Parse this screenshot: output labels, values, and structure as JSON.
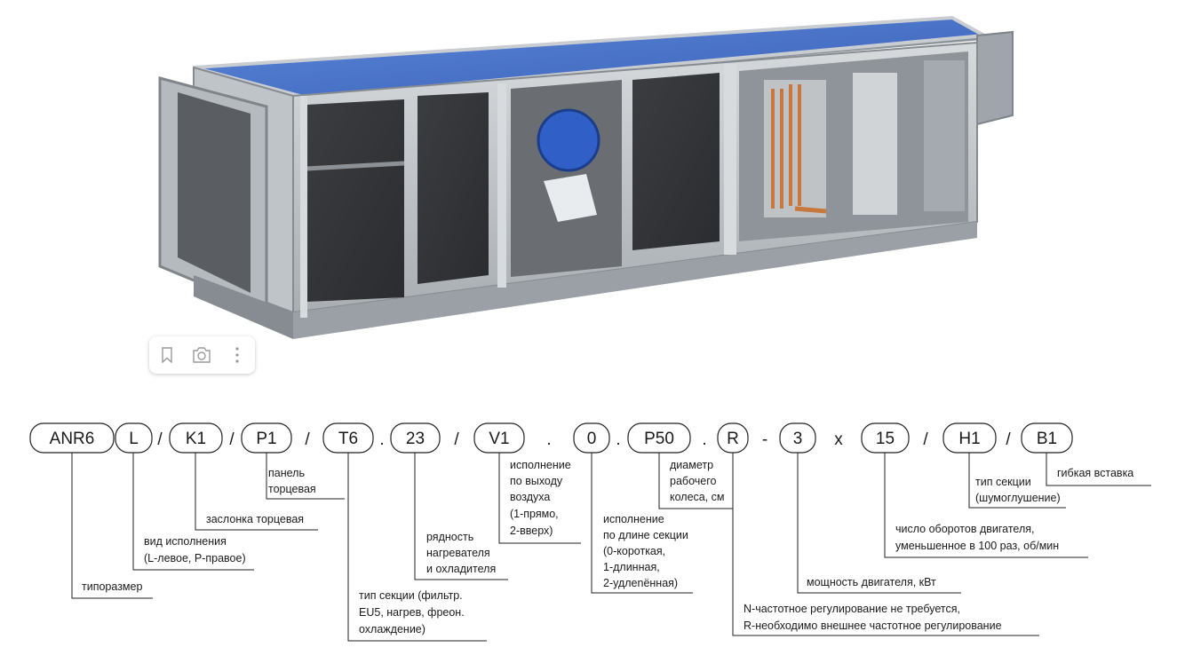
{
  "image_toolbar": {
    "buttons": [
      "bookmark-icon",
      "visual-search-icon",
      "more-options-icon"
    ]
  },
  "code_parts": [
    "ANR6",
    "L",
    "K1",
    "P1",
    "T6",
    "23",
    "V1",
    "0",
    "P50",
    "R",
    "3",
    "15",
    "H1",
    "B1"
  ],
  "separators": [
    "/",
    "/",
    "/",
    "/",
    ".",
    "/",
    ".",
    ".",
    ".",
    "-",
    "x",
    "/",
    "/"
  ],
  "annotations": {
    "tiporazmer": "типоразмер",
    "vid_ispolneniya": [
      "вид исполнения",
      "(L-левое, P-правое)"
    ],
    "zaslonka": "заслонка торцевая",
    "panel": [
      "панель",
      "торцевая"
    ],
    "tip_sekcii": [
      "тип секции (фильтр.",
      "EU5, нагрев, фреон.",
      "охлаждение)"
    ],
    "ryadnost": [
      "рядность",
      "нагревателя",
      "и охладителя"
    ],
    "vyhod_vozduha": [
      "исполнение",
      "по выходу",
      "воздуха",
      "(1-прямо,",
      "2-вверх)"
    ],
    "dlina_sekcii": [
      "исполнение",
      "по длине секции",
      "(0-короткая,",
      "1-длинная,",
      "2-удлenённая)"
    ],
    "diametr": [
      "диаметр",
      "рабочего",
      "колеса, см"
    ],
    "regulirovanie": [
      "N-частотное регулирование не требуется,",
      "R-необходимо внешнее частотное регулирование"
    ],
    "moshchnost": "мощность двигателя,  кВт",
    "oboroty": [
      "число оборотов двигателя,",
      "уменьшенное в 100 раз, об/мин"
    ],
    "shumoglushenie": [
      "тип секции",
      "(шумоглушение)"
    ],
    "gibkaya_vstavka": "гибкая вставка"
  }
}
